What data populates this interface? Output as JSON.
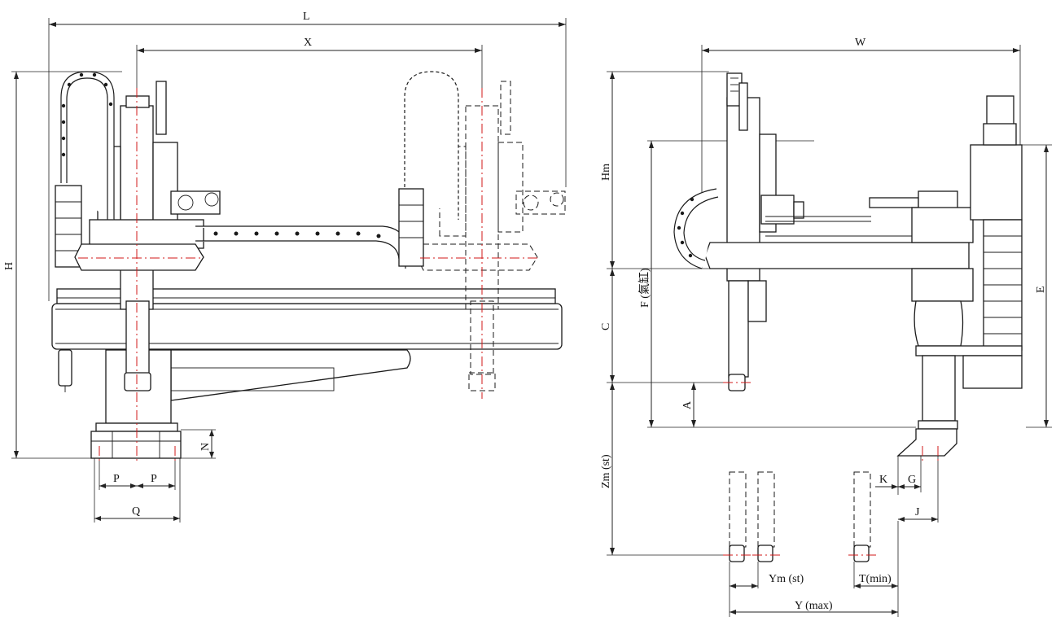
{
  "dimensions": {
    "L": "L",
    "X": "X",
    "H": "H",
    "N": "N",
    "P1": "P",
    "P2": "P",
    "Q": "Q",
    "W": "W",
    "Hm": "Hm",
    "F": "F (氣缸)",
    "C": "C",
    "A": "A",
    "E": "E",
    "Zm": "Zm (st)",
    "K": "K",
    "G": "G",
    "J": "J",
    "Ym": "Ym (st)",
    "Tmin": "T(min)",
    "Ymax": "Y (max)"
  },
  "colors": {
    "line": "#1a1a1a",
    "centerline": "#d01818",
    "background": "#ffffff"
  }
}
